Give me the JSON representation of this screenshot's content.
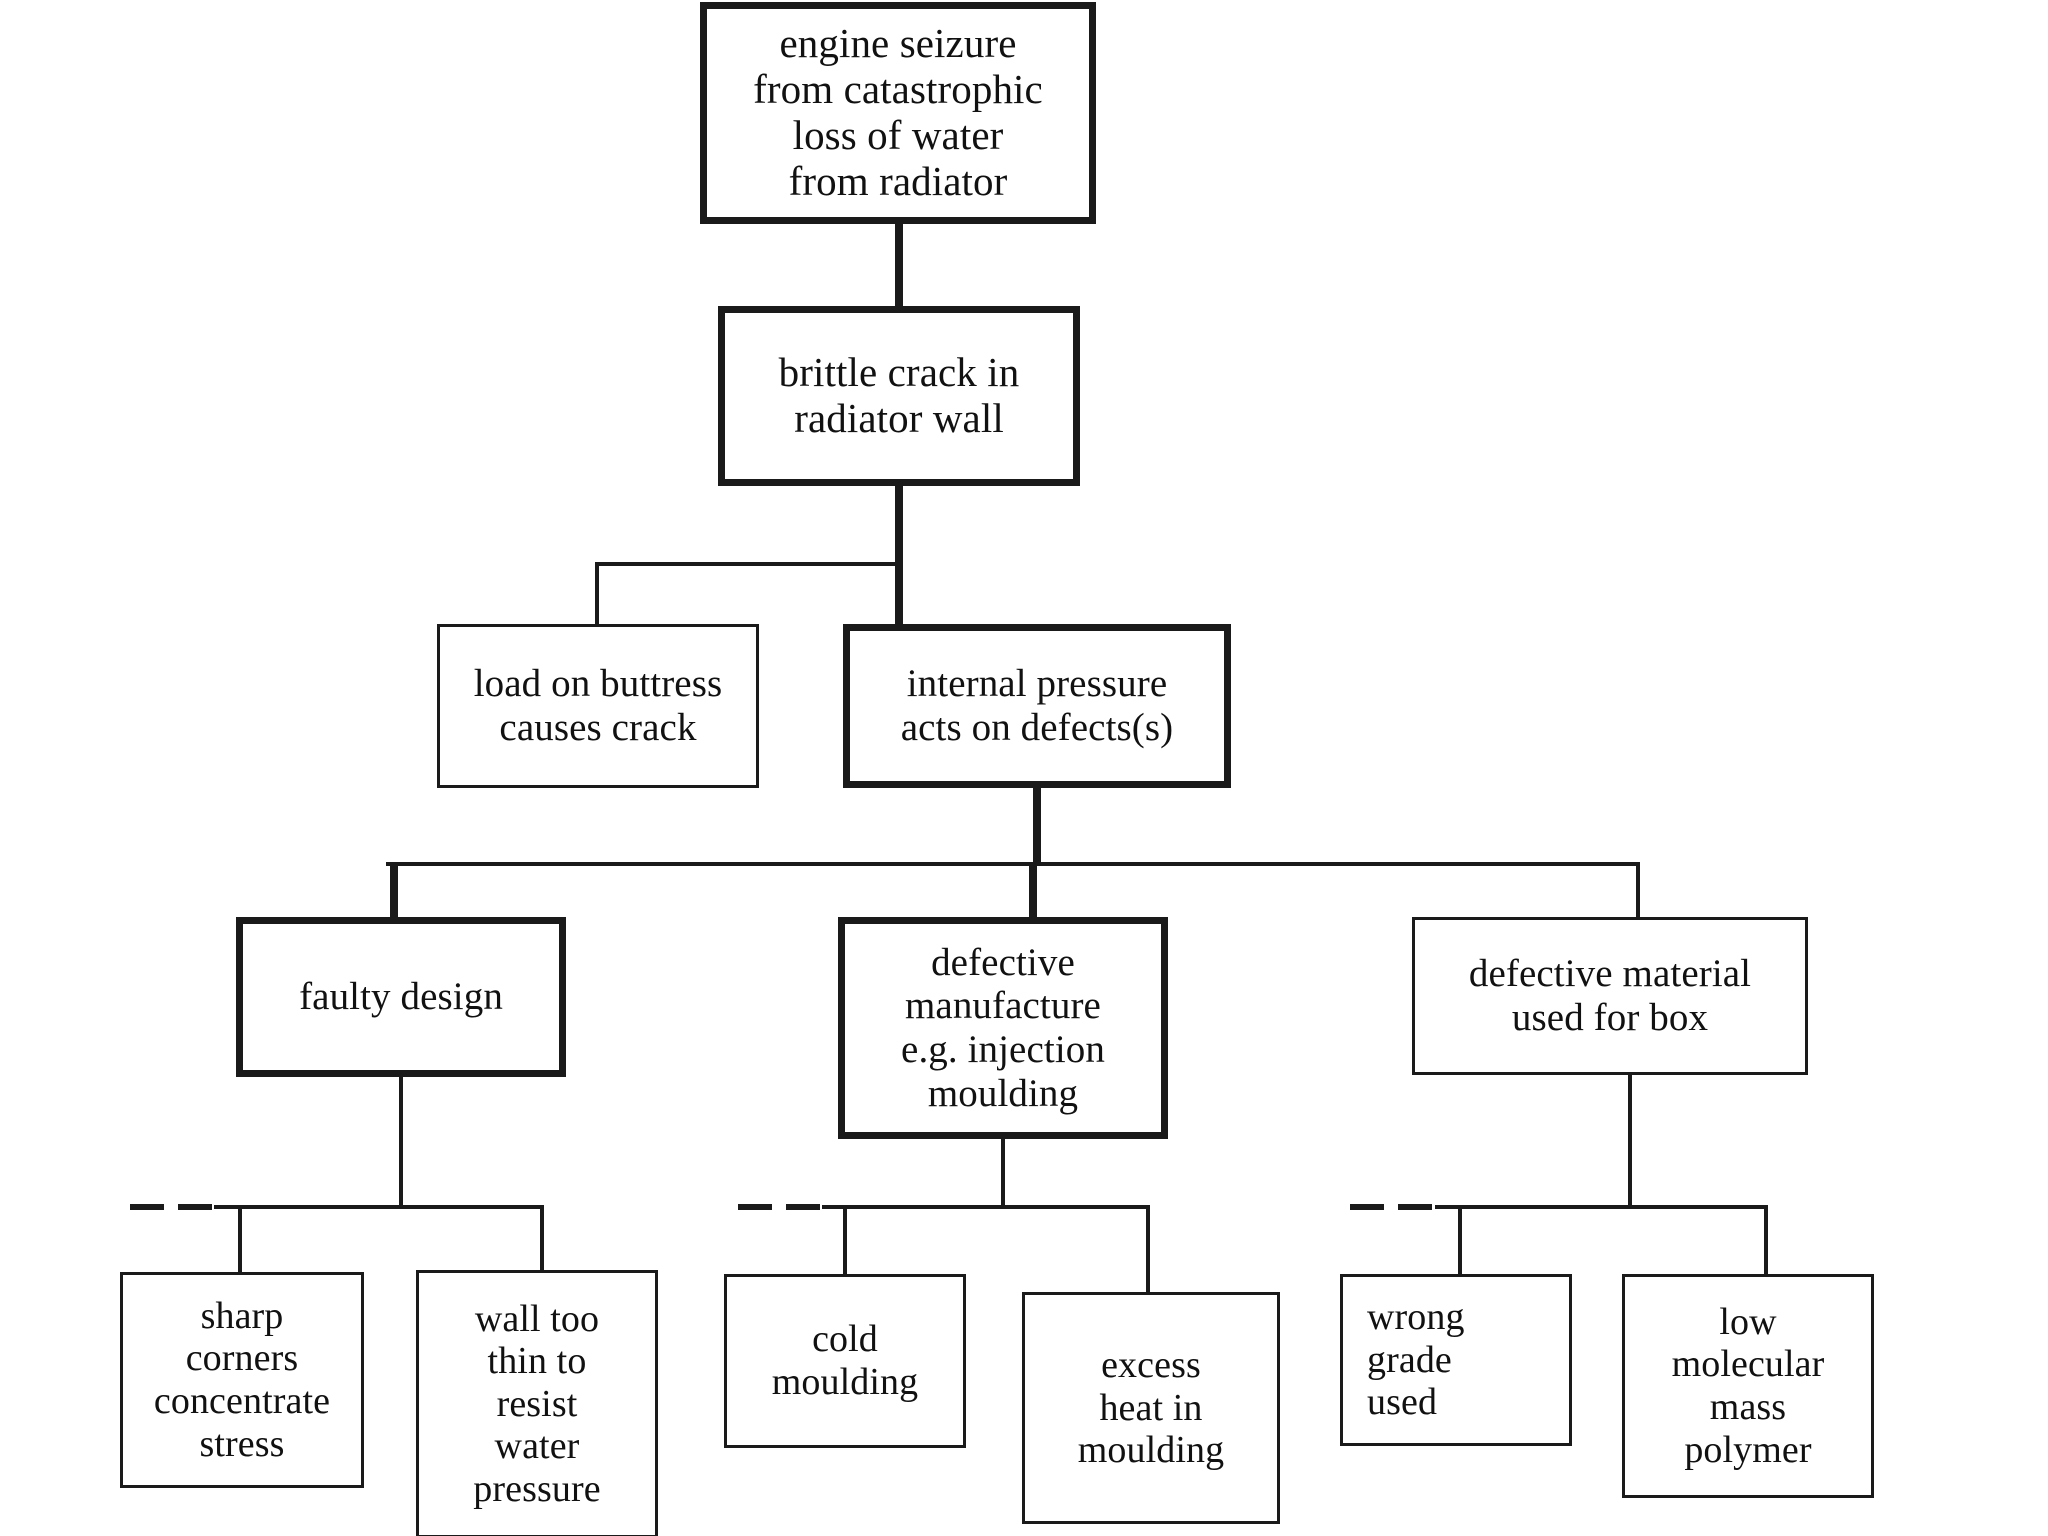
{
  "diagram": {
    "type": "fault-tree",
    "title_text": "engine seizure from catastrophic loss of water from radiator",
    "background_color": "#ffffff",
    "line_color": "#1a1a1a",
    "text_color": "#111111"
  },
  "nodes": {
    "top_event": "engine seizure\nfrom catastrophic\nloss of water\nfrom radiator",
    "level1": "brittle crack in\nradiator wall",
    "level2_left": "load on buttress\ncauses crack",
    "level2_right": "internal pressure\nacts on defects(s)",
    "level3_left": "faulty design",
    "level3_mid": "defective\nmanufacture\ne.g. injection\nmoulding",
    "level3_right": "defective material\nused for box",
    "leaf_1": "sharp\ncorners\nconcentrate\nstress",
    "leaf_2": "wall too\nthin to\nresist\nwater\npressure",
    "leaf_3": "cold\nmoulding",
    "leaf_4": "excess\nheat in\nmoulding",
    "leaf_5": "wrong\ngrade\nused",
    "leaf_6": "low\nmolecular\nmass\npolymer"
  }
}
